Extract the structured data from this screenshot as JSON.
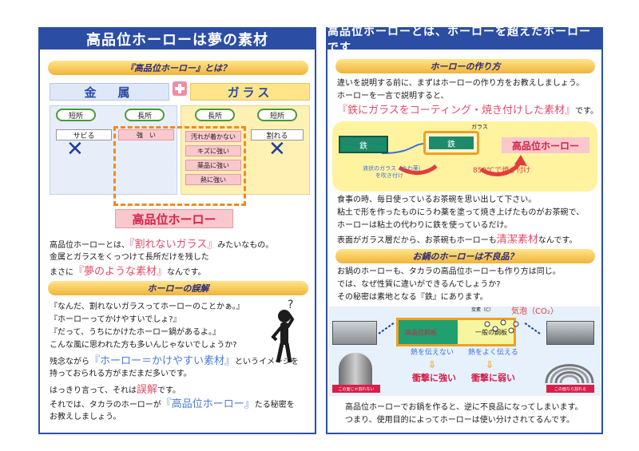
{
  "left": {
    "title": "高品位ホーローは夢の素材",
    "band1": "『高品位ホーロー』とは？",
    "metal": "金　属",
    "glass": "ガラス",
    "short": "短所",
    "long": "長所",
    "sabiru": "サビる",
    "tsuyoi": "強　い",
    "merits": [
      "汚れが着かない",
      "キズに強い",
      "薬品に強い",
      "熱に強い"
    ],
    "wareru": "割れる",
    "result": "高品位ホーロー",
    "p1": {
      "a": "高品位ホーローとは、",
      "b": "『割れないガラス』",
      "c": "みたいなもの。",
      "d": "金属とガラスをくっつけて長所だけを残した",
      "e": "まさに",
      "f": "『夢のような素材』",
      "g": "なんです。"
    },
    "band2": "ホーローの誤解",
    "p2": {
      "l1": "『なんだ、割れないガラスってホーローのことかぁ。』",
      "l2": "『ホーローってかけやすいでしょ?』",
      "l3": "『だって、うちにかけたホーロー鍋があるよ。』",
      "l4": "こんな風に思われた方も多いんじゃないでしょうか?",
      "l5a": "残念ながら",
      "l5b": "『ホーロー＝かけやすい素材』",
      "l5c": "というイメージを",
      "l6": "持っておられる方がまだまだ多いです。",
      "l7a": "はっきり言って、それは",
      "l7b": "誤解",
      "l7c": "です。",
      "l8a": "それでは、タカラのホーローが",
      "l8b": "『高品位ホーロー』",
      "l8c": "たる秘密を",
      "l9": "お教えしましょう。"
    }
  },
  "right": {
    "title": "高品位ホーローとは、ホーローを超えたホーローです",
    "band1": "ホーローの作り方",
    "s1": {
      "l1": "違いを説明する前に、まずはホーローの作り方をお教えしましょう。",
      "l2": "ホーローを一言で説明すると、",
      "l3a": "『鉄にガラスをコーティング・焼き付けした素材』",
      "l3b": "です。"
    },
    "process": {
      "iron": "鉄",
      "glass": "ガラス",
      "result": "高品位ホーロー",
      "step1a": "液状のガラス（うわ薬）",
      "step1b": "を吹き付け",
      "step2": "850℃で焼き付け"
    },
    "s2": {
      "l1": "食事の時、毎日使っているお茶碗を思い出して下さい。",
      "l2": "粘土で形を作ったものにうわ薬を塗って焼き上げたものがお茶碗で、",
      "l3": "ホーローは粘土の代わりに鉄を使っているだけ。",
      "l4a": "表面がガラス層だから、お茶碗もホーローも",
      "l4b": "清潔素材",
      "l4c": "なんです。"
    },
    "band2": "お鍋のホーローは不良品？",
    "s3": {
      "l1": "お鍋のホーローも、タカラの高品位ホーローも作り方は同じ。",
      "l2": "では、なぜ性質に違いができるんでしょうか?",
      "l3": "その秘密は素地となる『鉄』にあります。"
    },
    "diagram": {
      "bubble": "気泡（CO₂）",
      "carbon": "炭素（C）",
      "special": "高品位鋼板",
      "ordinary": "一般の鋼板",
      "noheat": "熱を伝えない",
      "heat": "熱をよく伝える",
      "strong": "衝撃に強い",
      "weak": "衝撃に弱い",
      "nocrack": "この面じゃ割れない",
      "crack": "この面なら割れる"
    },
    "s4": {
      "l1": "高品位ホーローでお鍋を作ると、逆に不良品になってしまいます。",
      "l2": "つまり、使用目的によってホーローは使い分けされてるんです。"
    }
  }
}
